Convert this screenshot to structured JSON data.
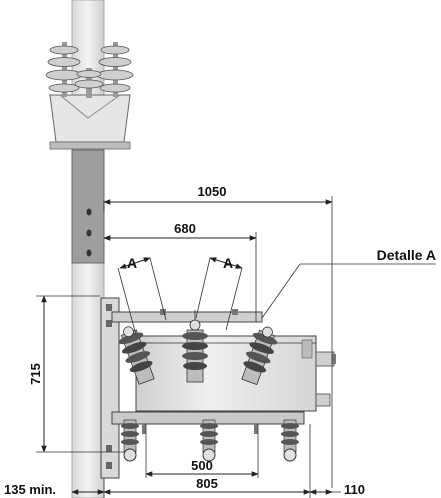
{
  "labels": {
    "dim_1050": "1050",
    "dim_680": "680",
    "dim_715": "715",
    "dim_500": "500",
    "dim_805": "805",
    "dim_110": "110",
    "dim_135": "135 min.",
    "section_a_left": "A",
    "section_a_right": "A",
    "detalle": "Detalle A"
  }
}
